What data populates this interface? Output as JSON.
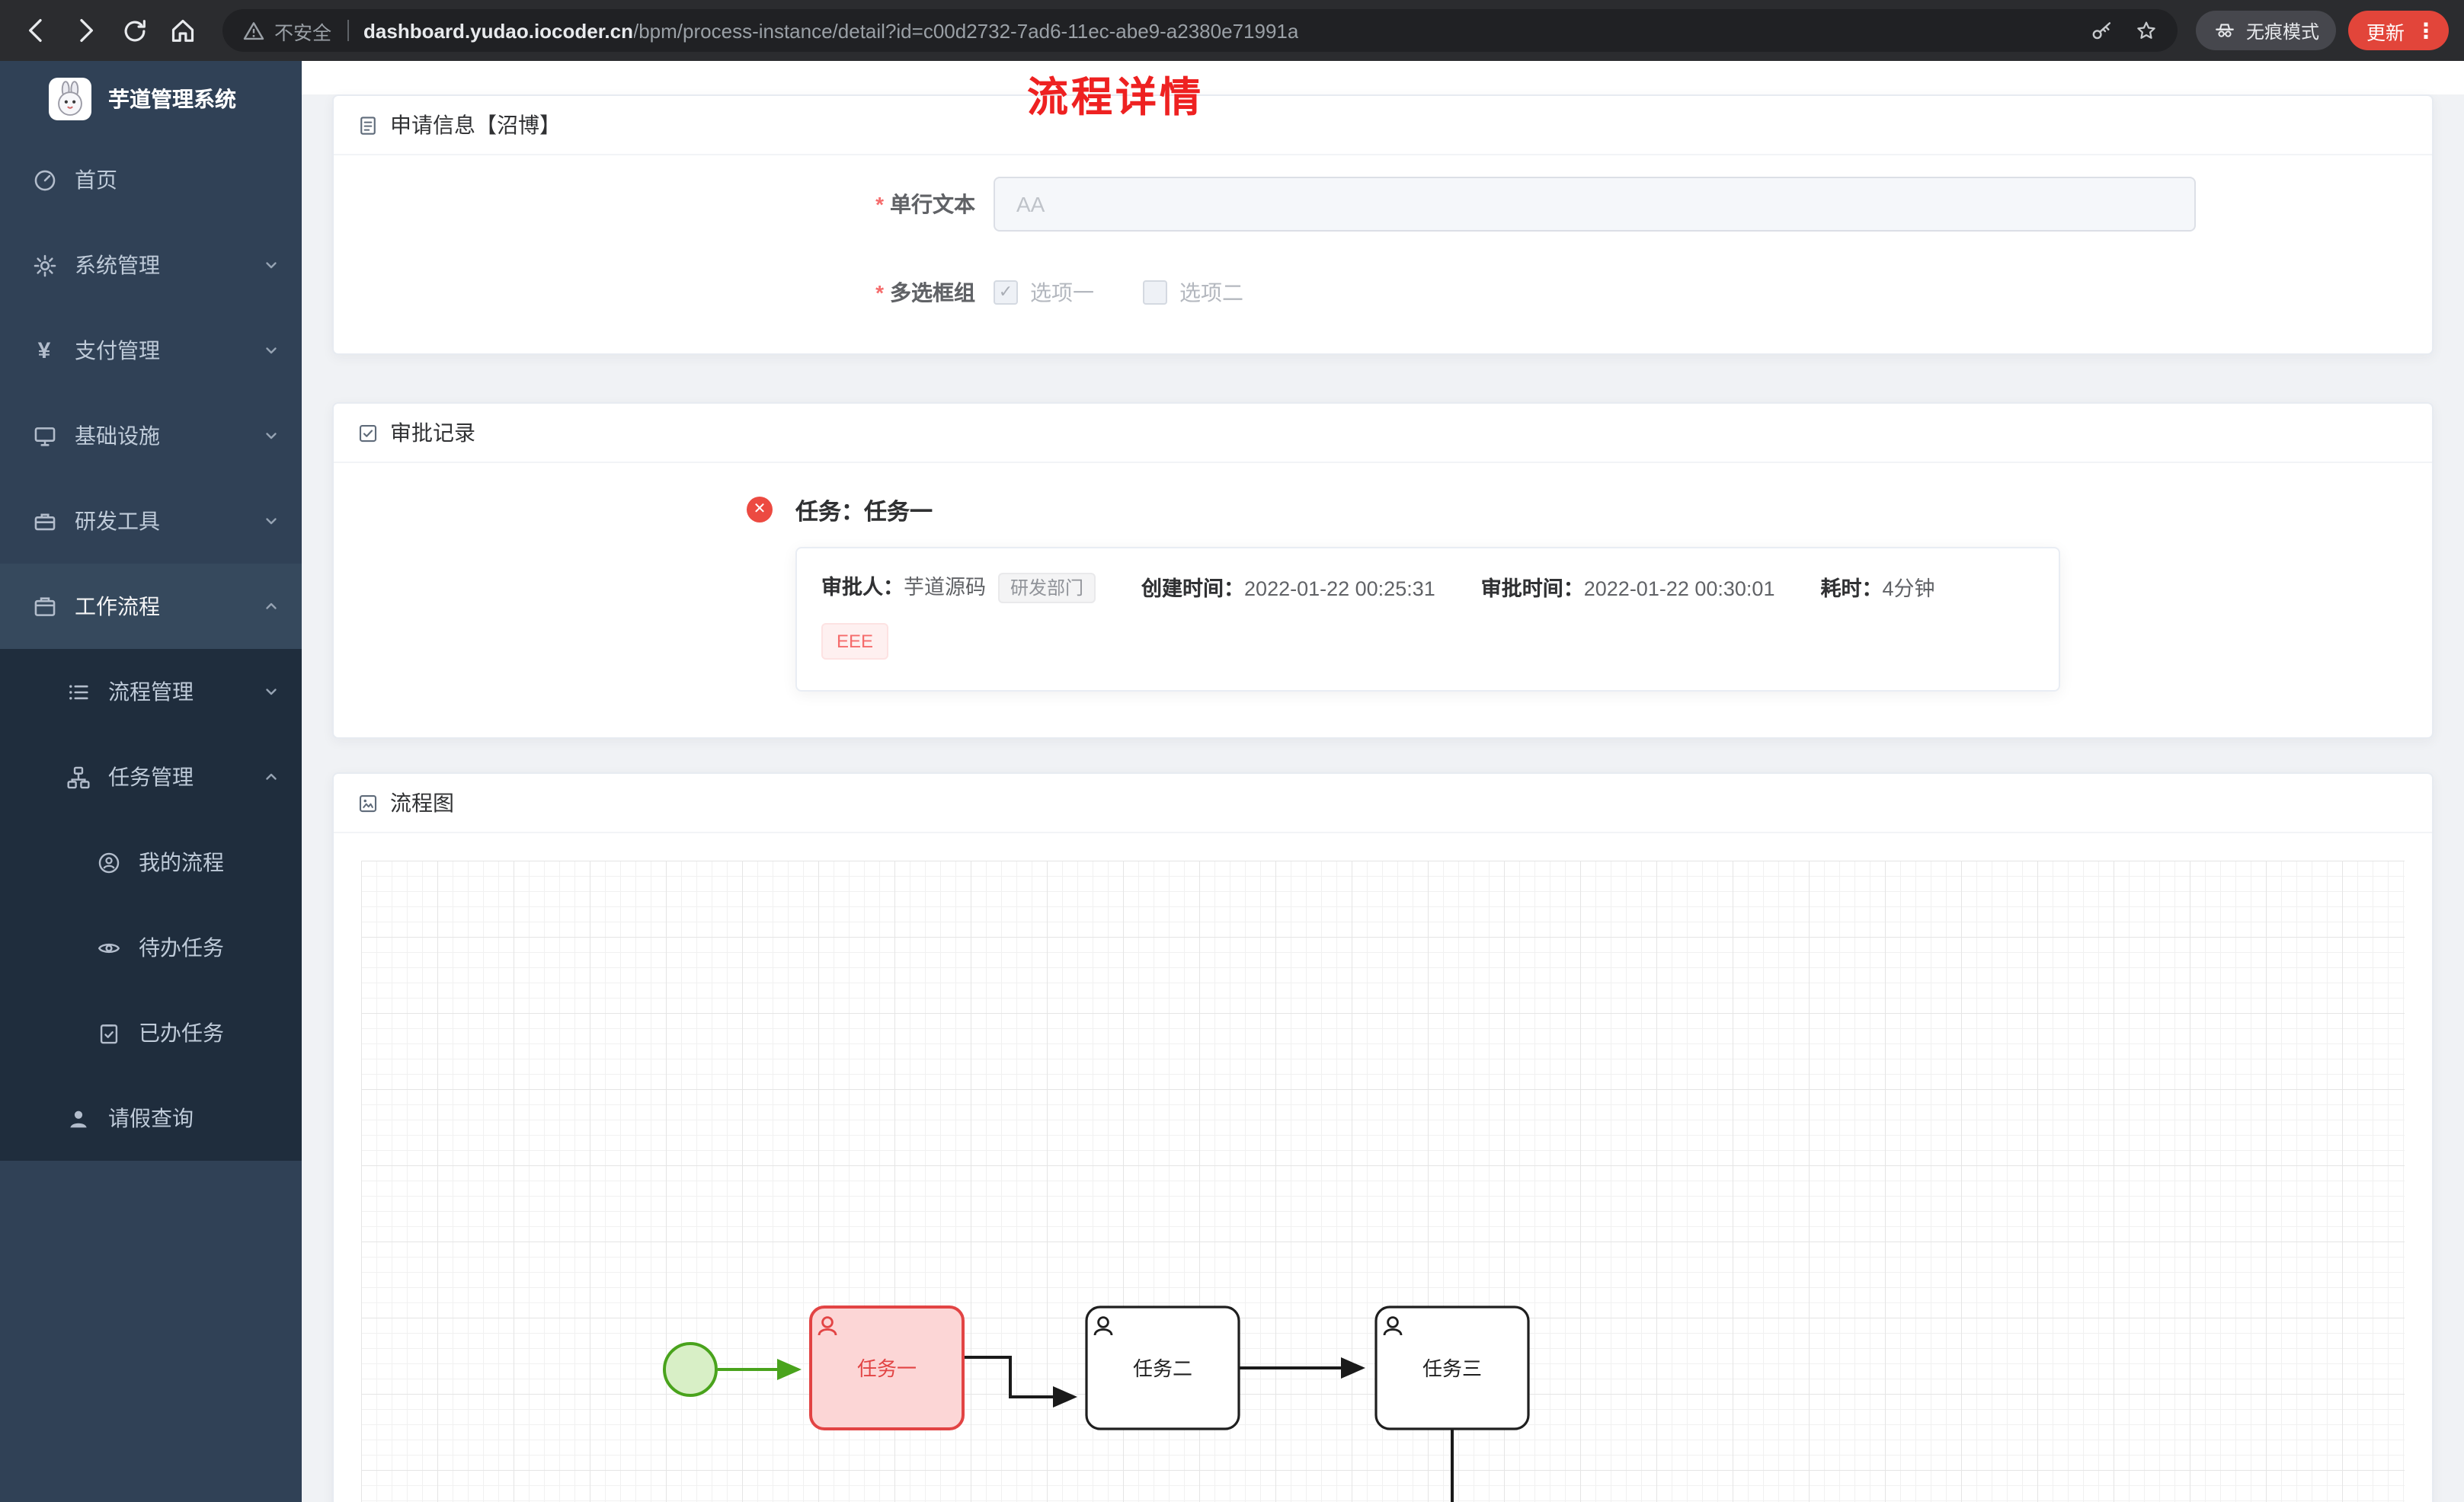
{
  "browser": {
    "security_label": "不安全",
    "url_domain": "dashboard.yudao.iocoder.cn",
    "url_path": "/bpm/process-instance/detail?id=c00d2732-7ad6-11ec-abe9-a2380e71991a",
    "incognito_label": "无痕模式",
    "update_label": "更新"
  },
  "icons": {
    "menu_dots": "⋮",
    "close_x": "✕",
    "check_mark": "✓"
  },
  "sidebar": {
    "app_title": "芋道管理系统",
    "items": [
      {
        "label": "首页"
      },
      {
        "label": "系统管理"
      },
      {
        "label": "支付管理"
      },
      {
        "label": "基础设施"
      },
      {
        "label": "研发工具"
      },
      {
        "label": "工作流程"
      },
      {
        "label": "流程管理"
      },
      {
        "label": "任务管理"
      },
      {
        "label": "我的流程"
      },
      {
        "label": "待办任务"
      },
      {
        "label": "已办任务"
      },
      {
        "label": "请假查询"
      }
    ]
  },
  "page": {
    "title": "流程详情"
  },
  "apply_card": {
    "title": "申请信息【沼博】",
    "text_field": {
      "label": "单行文本",
      "value": "AA"
    },
    "checkbox_group": {
      "label": "多选框组",
      "options": [
        {
          "label": "选项一",
          "checked": true
        },
        {
          "label": "选项二",
          "checked": false
        }
      ]
    }
  },
  "approval_card": {
    "title": "审批记录",
    "task_title": "任务：任务一",
    "approver_label": "审批人：",
    "approver_name": "芋道源码",
    "approver_dept_tag": "研发部门",
    "create_time_label": "创建时间：",
    "create_time": "2022-01-22 00:25:31",
    "approve_time_label": "审批时间：",
    "approve_time": "2022-01-22 00:30:01",
    "duration_label": "耗时：",
    "duration_value": "4分钟",
    "reason_tag": "EEE"
  },
  "diagram_card": {
    "title": "流程图",
    "chart_data": {
      "type": "flow",
      "nodes": [
        {
          "id": "start",
          "type": "start-event",
          "label": "",
          "status": "completed"
        },
        {
          "id": "task1",
          "type": "user-task",
          "label": "任务一",
          "status": "rejected"
        },
        {
          "id": "task2",
          "type": "user-task",
          "label": "任务二",
          "status": "not-started"
        },
        {
          "id": "task3",
          "type": "user-task",
          "label": "任务三",
          "status": "not-started"
        }
      ],
      "edges": [
        {
          "from": "start",
          "to": "task1",
          "status": "completed"
        },
        {
          "from": "task1",
          "to": "task2",
          "status": "not-started"
        },
        {
          "from": "task2",
          "to": "task3",
          "status": "not-started"
        },
        {
          "from": "task3",
          "to": "below",
          "status": "not-started"
        }
      ]
    }
  },
  "colors": {
    "title_red": "#ee2121",
    "danger": "#f56c6c",
    "sidebar_bg": "#304156",
    "submenu_bg": "#1f2d3d",
    "success_green": "#49a31c",
    "update_pill": "#e2453a"
  }
}
